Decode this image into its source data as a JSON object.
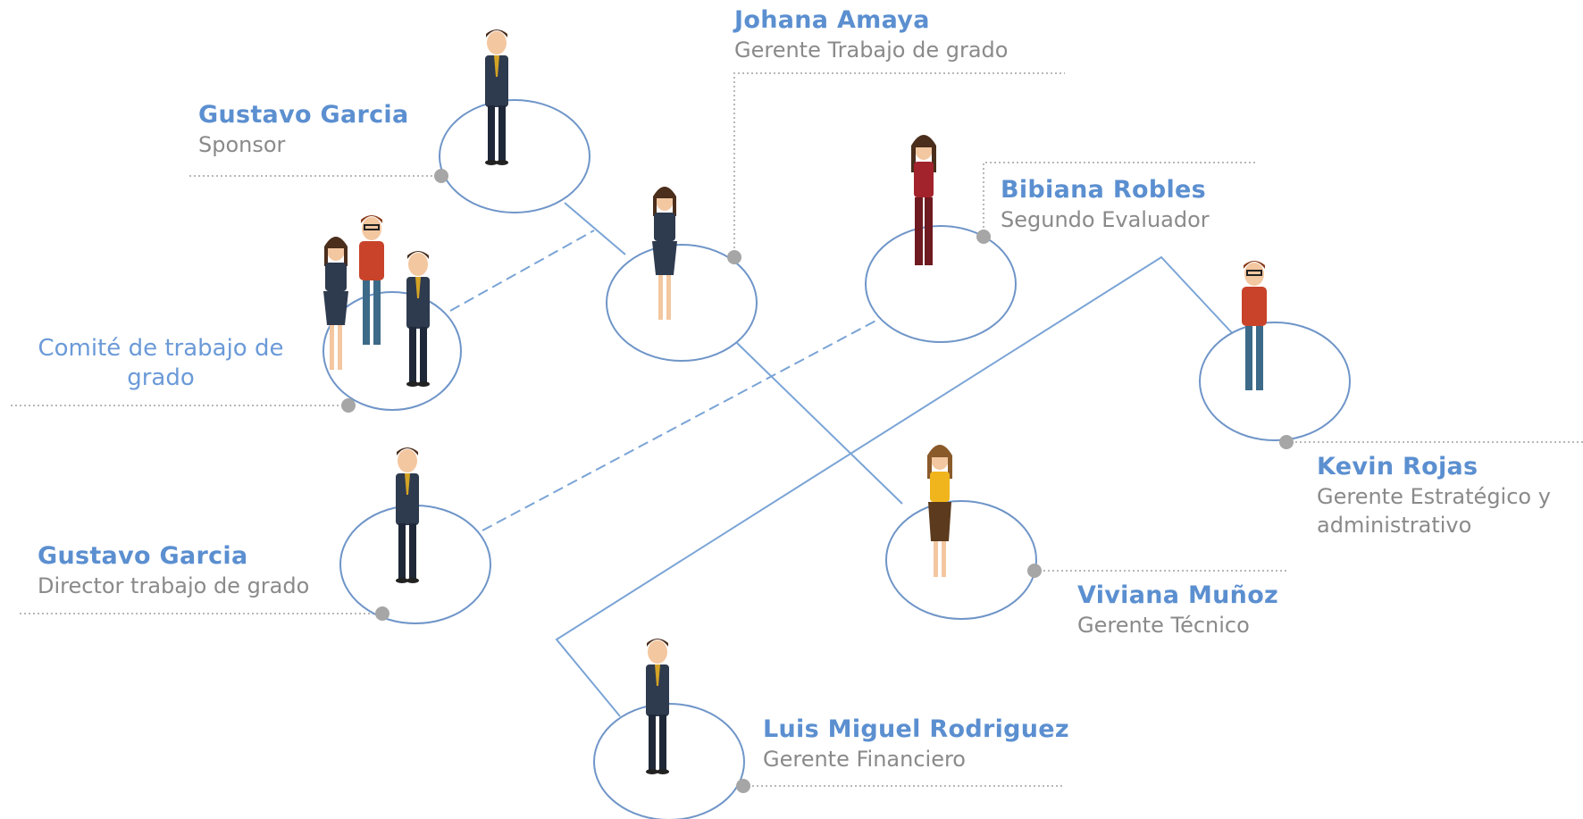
{
  "colors": {
    "name": "#5b8fd0",
    "role": "#8a8a8a",
    "circle": "#6f95c8",
    "connector": "#7aa4d6",
    "dot": "#a6a6a6",
    "guide": "#b5b5b5"
  },
  "people": [
    {
      "name": "Johana Amaya",
      "role": "Gerente Trabajo de grado"
    },
    {
      "name": "Gustavo Garcia",
      "role": "Sponsor"
    },
    {
      "name": "Bibiana Robles",
      "role": "Segundo Evaluador"
    },
    {
      "name": "Kevin Rojas",
      "role": "Gerente Estratégico y administrativo"
    },
    {
      "name": "Gustavo Garcia",
      "role": "Director trabajo de grado"
    },
    {
      "name": "Viviana Muñoz",
      "role": "Gerente Técnico"
    },
    {
      "name": "Luis Miguel Rodriguez",
      "role": "Gerente Financiero"
    }
  ],
  "committee": {
    "label": "Comité de trabajo de grado"
  },
  "icons": [
    "person-icon"
  ]
}
